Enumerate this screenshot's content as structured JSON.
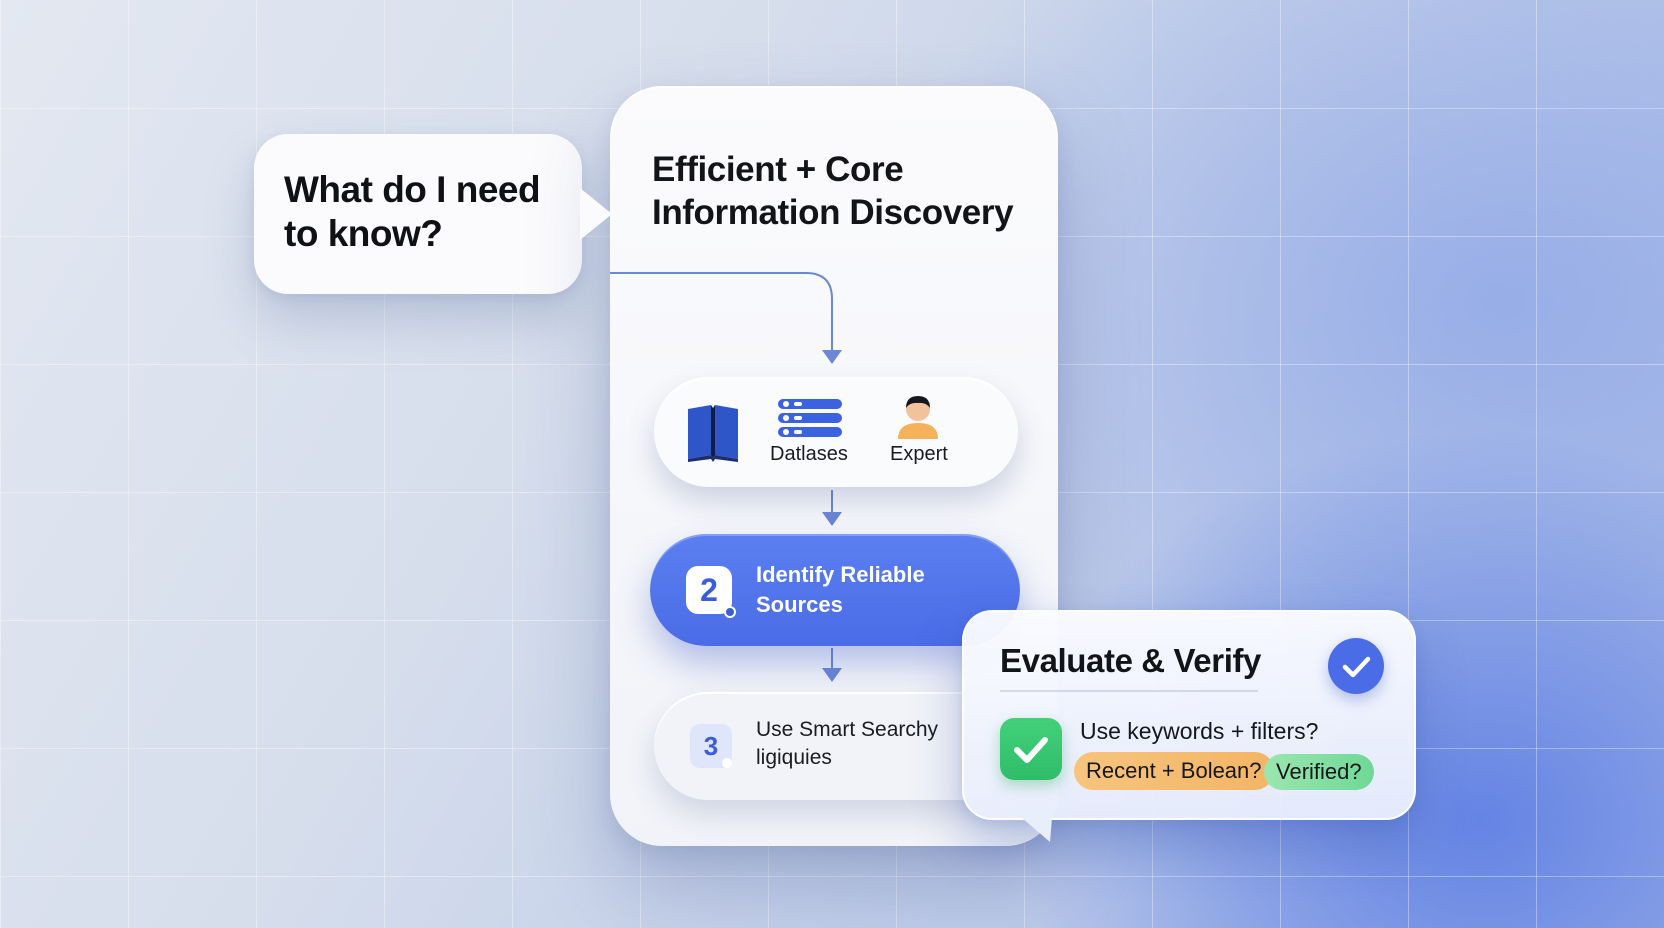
{
  "speech_bubble": {
    "text": "What do I need to know?"
  },
  "main_card": {
    "title": "Efficient + Core Information Discovery",
    "sources": {
      "items": [
        {
          "icon": "book-icon",
          "label": ""
        },
        {
          "icon": "database-icon",
          "label": "Datlases"
        },
        {
          "icon": "expert-person-icon",
          "label": "Expert"
        }
      ]
    },
    "step2": {
      "number": "2",
      "label": "Identify Reliable Sources"
    },
    "step3": {
      "number": "3",
      "label": "Use Smart Searchy ligiquies"
    }
  },
  "evaluate_card": {
    "title": "Evaluate & Verify",
    "question": "Use keywords + filters?",
    "tag_orange": "Recent + Bolean?",
    "tag_green": "Verified?"
  },
  "colors": {
    "accent_blue": "#4a6ce6",
    "check_green": "#2fbd69",
    "tag_orange": "#f3b565",
    "tag_green": "#6fd895",
    "connector": "#6b87d6"
  }
}
